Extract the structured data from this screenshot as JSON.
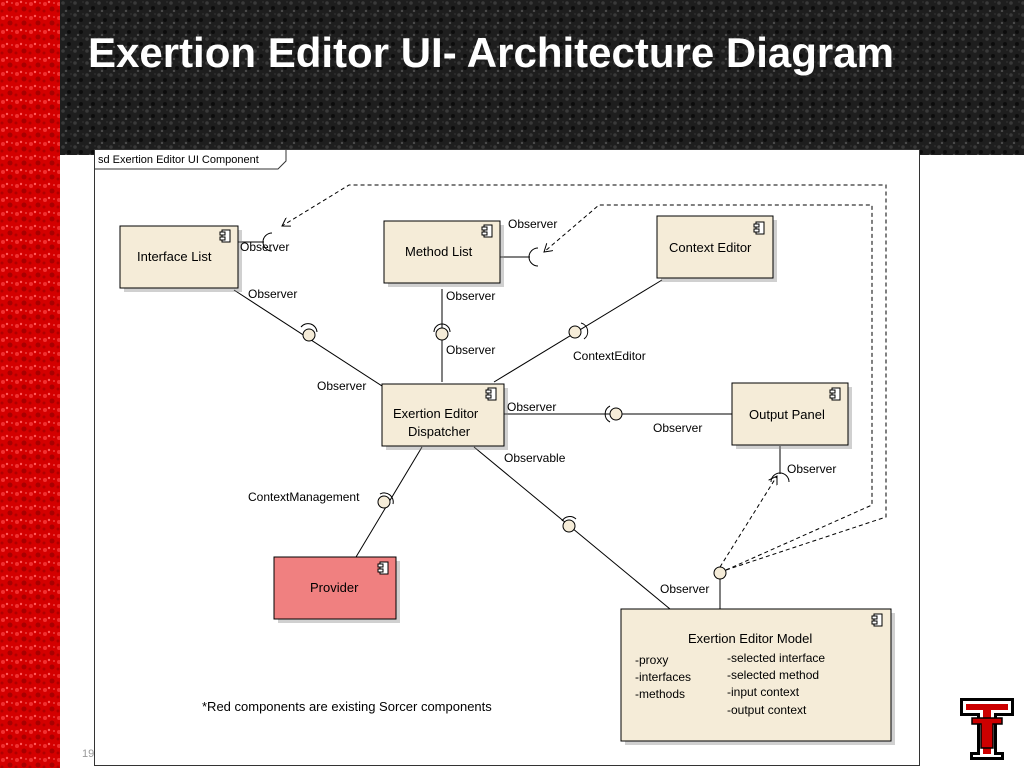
{
  "slide": {
    "title": "Exertion Editor UI- Architecture Diagram",
    "page_number": "19",
    "note": "*Red components are existing Sorcer components",
    "diagram_frame_label": "sd Exertion Editor UI Component"
  },
  "colors": {
    "brand_red": "#cc0000",
    "dark_background": "#1c1c1c",
    "component_fill": "#f5ecd8",
    "existing_component_fill": "#f08080"
  },
  "components": {
    "interface_list": "Interface List",
    "method_list": "Method List",
    "context_editor": "Context Editor",
    "dispatcher_line1": "Exertion Editor",
    "dispatcher_line2": "Dispatcher",
    "output_panel": "Output Panel",
    "provider": "Provider",
    "model_title": "Exertion Editor Model",
    "model_attributes_left": [
      "-proxy",
      "-interfaces",
      "-methods"
    ],
    "model_attributes_right": [
      "-selected interface",
      "-selected method",
      "-input context",
      "-output context"
    ]
  },
  "interface_labels": {
    "interface_list_required": "Observer",
    "interface_list_link": "Observer",
    "method_list_required": "Observer",
    "method_list_provided": "Observer",
    "method_list_dispatcher": "Observer",
    "context_editor_link": "ContextEditor",
    "dispatcher_left": "Observer",
    "dispatcher_right": "Observer",
    "output_panel_link": "Observer",
    "dispatcher_observable": "Observable",
    "context_management": "ContextManagement",
    "output_panel_required": "Observer",
    "model_provided": "Observer"
  }
}
